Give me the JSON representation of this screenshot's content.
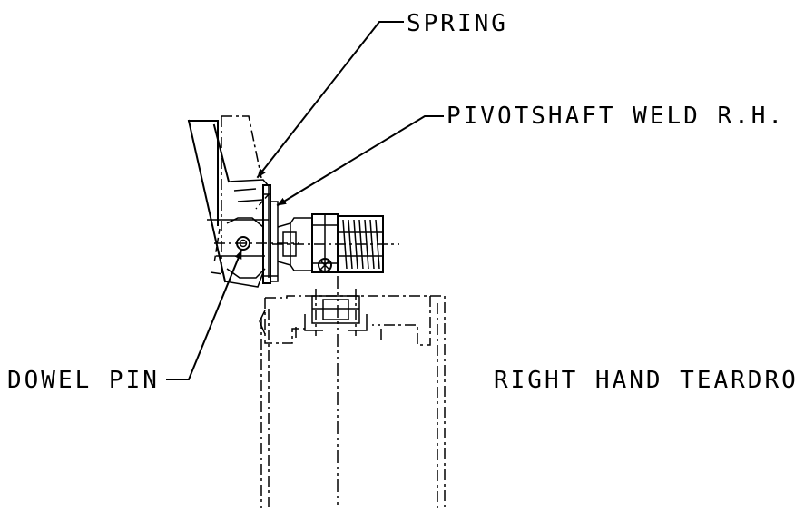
{
  "labels": {
    "spring": "SPRING",
    "pivotshaft": "PIVOTSHAFT WELD R.H.",
    "dowel_pin": "DOWEL PIN",
    "title": "RIGHT HAND TEARDROP"
  },
  "colors": {
    "background": "#ffffff",
    "ink": "#000000"
  }
}
